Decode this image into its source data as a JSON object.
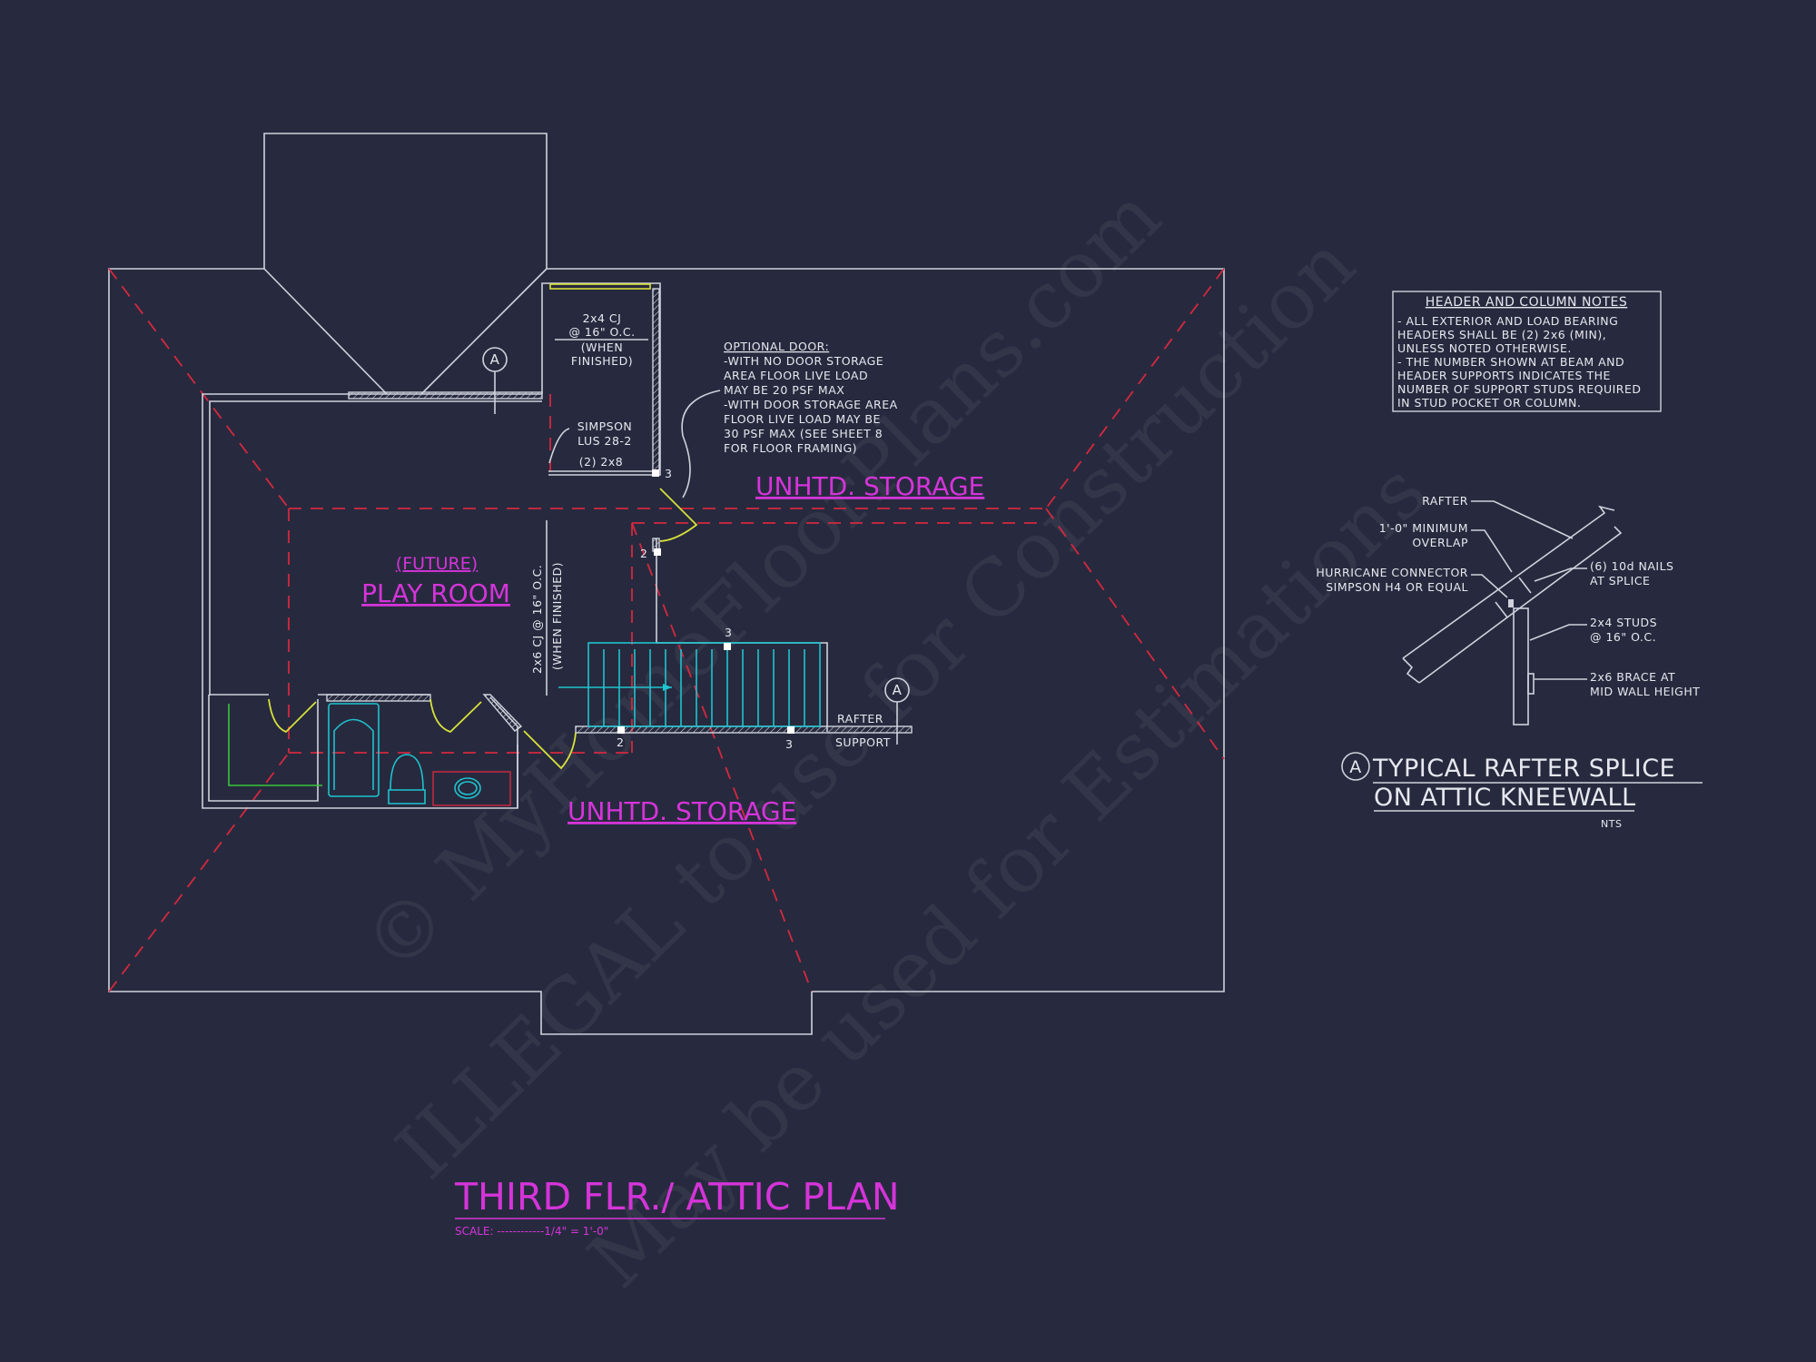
{
  "sheet": {
    "title": "THIRD FLR./ ATTIC PLAN",
    "scale": "SCALE: ------------1/4\" = 1'-0\""
  },
  "rooms": {
    "future": "(FUTURE)",
    "play_room": "PLAY ROOM",
    "storage_upper": "UNHTD. STORAGE",
    "storage_lower": "UNHTD. STORAGE"
  },
  "annotations": {
    "cj_top": [
      "2x4 CJ",
      "@ 16\" O.C.",
      "(WHEN",
      "FINISHED)"
    ],
    "simpson": [
      "SIMPSON",
      "LUS 28-2",
      "(2) 2x8"
    ],
    "cj_vertical": [
      "2x6 CJ @ 16\" O.C.",
      "(WHEN FINISHED)"
    ],
    "rafter_support": [
      "RAFTER",
      "SUPPORT"
    ],
    "section_marker": "A",
    "stud_counts": [
      "3",
      "2",
      "3",
      "2",
      "3"
    ]
  },
  "optional_door_note": [
    "OPTIONAL DOOR:",
    "-WITH NO DOOR STORAGE",
    "AREA FLOOR LIVE LOAD",
    "MAY BE 20 PSF MAX",
    "-WITH DOOR STORAGE AREA",
    "FLOOR LIVE LOAD MAY BE",
    "30 PSF MAX (SEE SHEET 8",
    "FOR FLOOR FRAMING)"
  ],
  "header_notes": {
    "title": "HEADER AND COLUMN NOTES",
    "lines": [
      "- ALL EXTERIOR AND LOAD BEARING",
      "HEADERS SHALL BE (2) 2x6 (MIN),",
      "UNLESS NOTED OTHERWISE.",
      "- THE NUMBER SHOWN AT BEAM AND",
      "HEADER SUPPORTS INDICATES THE",
      "NUMBER OF SUPPORT STUDS REQUIRED",
      "IN STUD POCKET OR COLUMN."
    ]
  },
  "detail": {
    "marker": "A",
    "title_line1": "TYPICAL RAFTER SPLICE",
    "title_line2": "ON ATTIC KNEEWALL",
    "nts": "NTS",
    "labels": {
      "rafter": "RAFTER",
      "overlap": [
        "1'-0\" MINIMUM",
        "OVERLAP"
      ],
      "hurricane": [
        "HURRICANE CONNECTOR",
        "SIMPSON H4 OR EQUAL"
      ],
      "nails": [
        "(6) 10d NAILS",
        "AT SPLICE"
      ],
      "studs": [
        "2x4 STUDS",
        "@ 16\" O.C."
      ],
      "brace": [
        "2x6 BRACE AT",
        "MID WALL HEIGHT"
      ]
    }
  },
  "watermark": [
    "© MyHomeFloorPlans.com",
    "ILLEGAL to use for Construction",
    "May be used for Estimations"
  ],
  "colors": {
    "background": "#272a3e",
    "linework": "#cfd2dc",
    "room_labels": "#d534d9",
    "hip_lines": "#d4283f",
    "stairs_fixtures": "#1fc3cf",
    "doors": "#d8e23a"
  }
}
